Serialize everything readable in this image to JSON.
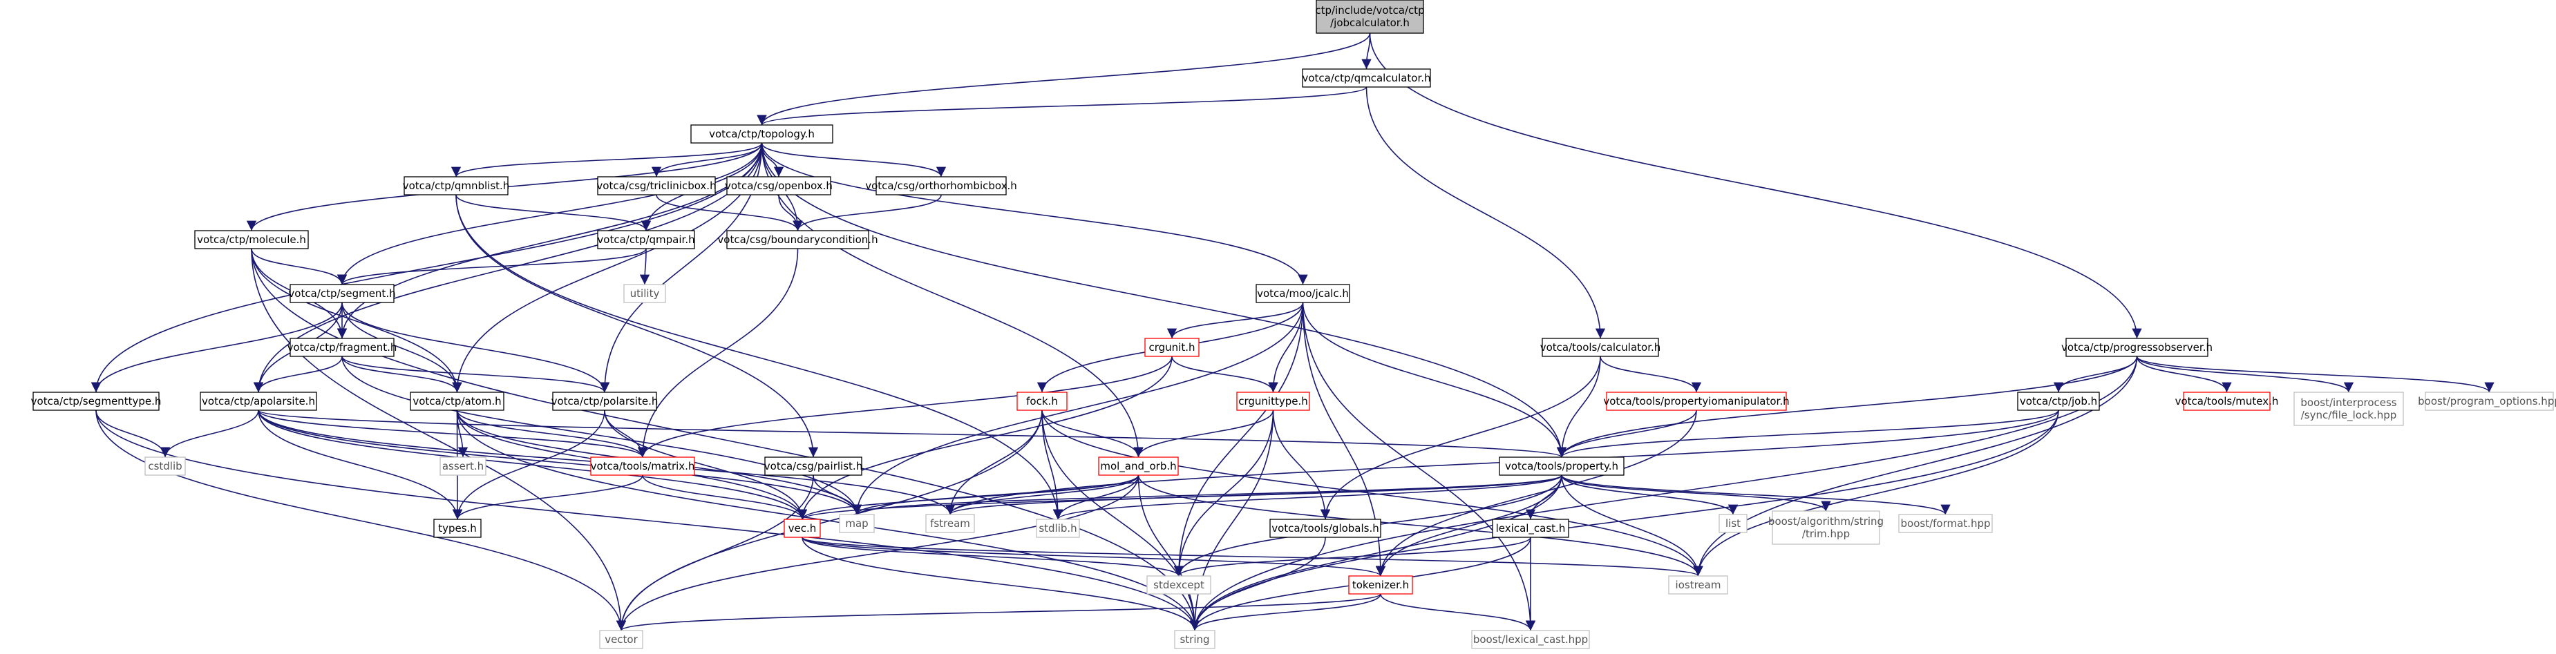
{
  "graph": {
    "nodes": [
      {
        "id": "root",
        "label": [
          "ctp/include/votca/ctp",
          "/jobcalculator.h"
        ],
        "style": "root"
      },
      {
        "id": "qmcalc",
        "label": [
          "votca/ctp/qmcalculator.h"
        ],
        "style": "black"
      },
      {
        "id": "topology",
        "label": [
          "votca/ctp/topology.h"
        ],
        "style": "black"
      },
      {
        "id": "qmnblist",
        "label": [
          "votca/ctp/qmnblist.h"
        ],
        "style": "black"
      },
      {
        "id": "triclinic",
        "label": [
          "votca/csg/triclinicbox.h"
        ],
        "style": "black"
      },
      {
        "id": "openbox",
        "label": [
          "votca/csg/openbox.h"
        ],
        "style": "black"
      },
      {
        "id": "ortho",
        "label": [
          "votca/csg/orthorhombicbox.h"
        ],
        "style": "black"
      },
      {
        "id": "molecule",
        "label": [
          "votca/ctp/molecule.h"
        ],
        "style": "black"
      },
      {
        "id": "qmpair",
        "label": [
          "votca/ctp/qmpair.h"
        ],
        "style": "black"
      },
      {
        "id": "boundary",
        "label": [
          "votca/csg/boundarycondition.h"
        ],
        "style": "black"
      },
      {
        "id": "utility",
        "label": [
          "utility"
        ],
        "style": "grey"
      },
      {
        "id": "segment",
        "label": [
          "votca/ctp/segment.h"
        ],
        "style": "black"
      },
      {
        "id": "moo",
        "label": [
          "votca/moo/jcalc.h"
        ],
        "style": "black"
      },
      {
        "id": "calculator",
        "label": [
          "votca/tools/calculator.h"
        ],
        "style": "black"
      },
      {
        "id": "progress",
        "label": [
          "votca/ctp/progressobserver.h"
        ],
        "style": "black"
      },
      {
        "id": "crgunit",
        "label": [
          "crgunit.h"
        ],
        "style": "red"
      },
      {
        "id": "fragment",
        "label": [
          "votca/ctp/fragment.h"
        ],
        "style": "black"
      },
      {
        "id": "segtype",
        "label": [
          "votca/ctp/segmenttype.h"
        ],
        "style": "black"
      },
      {
        "id": "apolar",
        "label": [
          "votca/ctp/apolarsite.h"
        ],
        "style": "black"
      },
      {
        "id": "atom",
        "label": [
          "votca/ctp/atom.h"
        ],
        "style": "black"
      },
      {
        "id": "polar",
        "label": [
          "votca/ctp/polarsite.h"
        ],
        "style": "black"
      },
      {
        "id": "fock",
        "label": [
          "fock.h"
        ],
        "style": "red"
      },
      {
        "id": "crgtype",
        "label": [
          "crgunittype.h"
        ],
        "style": "red"
      },
      {
        "id": "propmanip",
        "label": [
          "votca/tools/propertyiomanipulator.h"
        ],
        "style": "red"
      },
      {
        "id": "job",
        "label": [
          "votca/ctp/job.h"
        ],
        "style": "black"
      },
      {
        "id": "mutex",
        "label": [
          "votca/tools/mutex.h"
        ],
        "style": "red"
      },
      {
        "id": "boostlock",
        "label": [
          "boost/interprocess",
          "/sync/file_lock.hpp"
        ],
        "style": "grey"
      },
      {
        "id": "boostpo",
        "label": [
          "boost/program_options.hpp"
        ],
        "style": "grey"
      },
      {
        "id": "cstdlib",
        "label": [
          "cstdlib"
        ],
        "style": "grey"
      },
      {
        "id": "assert",
        "label": [
          "assert.h"
        ],
        "style": "grey"
      },
      {
        "id": "matrix",
        "label": [
          "votca/tools/matrix.h"
        ],
        "style": "red"
      },
      {
        "id": "pairlist",
        "label": [
          "votca/csg/pairlist.h"
        ],
        "style": "black"
      },
      {
        "id": "moloorb",
        "label": [
          "mol_and_orb.h"
        ],
        "style": "red"
      },
      {
        "id": "property",
        "label": [
          "votca/tools/property.h"
        ],
        "style": "black"
      },
      {
        "id": "types",
        "label": [
          "types.h"
        ],
        "style": "black"
      },
      {
        "id": "map",
        "label": [
          "map"
        ],
        "style": "grey"
      },
      {
        "id": "fstream",
        "label": [
          "fstream"
        ],
        "style": "grey"
      },
      {
        "id": "vec",
        "label": [
          "vec.h"
        ],
        "style": "red"
      },
      {
        "id": "stdlibh",
        "label": [
          "stdlib.h"
        ],
        "style": "grey"
      },
      {
        "id": "globals",
        "label": [
          "votca/tools/globals.h"
        ],
        "style": "black"
      },
      {
        "id": "list",
        "label": [
          "list"
        ],
        "style": "grey"
      },
      {
        "id": "boosttrim",
        "label": [
          "boost/algorithm/string",
          "/trim.hpp"
        ],
        "style": "grey"
      },
      {
        "id": "boostformat",
        "label": [
          "boost/format.hpp"
        ],
        "style": "grey"
      },
      {
        "id": "lexical",
        "label": [
          "lexical_cast.h"
        ],
        "style": "black"
      },
      {
        "id": "stdexcept",
        "label": [
          "stdexcept"
        ],
        "style": "grey"
      },
      {
        "id": "iostream",
        "label": [
          "iostream"
        ],
        "style": "grey"
      },
      {
        "id": "tokenizer",
        "label": [
          "tokenizer.h"
        ],
        "style": "red"
      },
      {
        "id": "vector",
        "label": [
          "vector"
        ],
        "style": "grey"
      },
      {
        "id": "string",
        "label": [
          "string"
        ],
        "style": "grey"
      },
      {
        "id": "boostlexical",
        "label": [
          "boost/lexical_cast.hpp"
        ],
        "style": "grey"
      }
    ],
    "edges": [
      [
        "root",
        "qmcalc"
      ],
      [
        "root",
        "topology"
      ],
      [
        "root",
        "progress"
      ],
      [
        "qmcalc",
        "topology"
      ],
      [
        "qmcalc",
        "calculator"
      ],
      [
        "topology",
        "qmnblist"
      ],
      [
        "topology",
        "triclinic"
      ],
      [
        "topology",
        "openbox"
      ],
      [
        "topology",
        "ortho"
      ],
      [
        "topology",
        "molecule"
      ],
      [
        "topology",
        "qmpair"
      ],
      [
        "topology",
        "boundary"
      ],
      [
        "topology",
        "segment"
      ],
      [
        "topology",
        "moo"
      ],
      [
        "topology",
        "fragment"
      ],
      [
        "topology",
        "segtype"
      ],
      [
        "topology",
        "apolar"
      ],
      [
        "topology",
        "atom"
      ],
      [
        "topology",
        "polar"
      ],
      [
        "topology",
        "moloorb"
      ],
      [
        "topology",
        "property"
      ],
      [
        "qmnblist",
        "qmpair"
      ],
      [
        "qmnblist",
        "pairlist"
      ],
      [
        "qmnblist",
        "stdlibh"
      ],
      [
        "triclinic",
        "boundary"
      ],
      [
        "openbox",
        "boundary"
      ],
      [
        "ortho",
        "boundary"
      ],
      [
        "boundary",
        "matrix"
      ],
      [
        "qmpair",
        "utility"
      ],
      [
        "qmpair",
        "segment"
      ],
      [
        "molecule",
        "segment"
      ],
      [
        "molecule",
        "fragment"
      ],
      [
        "molecule",
        "atom"
      ],
      [
        "molecule",
        "vector"
      ],
      [
        "molecule",
        "string"
      ],
      [
        "segment",
        "fragment"
      ],
      [
        "segment",
        "atom"
      ],
      [
        "segment",
        "polar"
      ],
      [
        "segment",
        "segtype"
      ],
      [
        "segment",
        "apolar"
      ],
      [
        "fragment",
        "atom"
      ],
      [
        "fragment",
        "apolar"
      ],
      [
        "fragment",
        "polar"
      ],
      [
        "fragment",
        "map"
      ],
      [
        "segtype",
        "cstdlib"
      ],
      [
        "segtype",
        "vector"
      ],
      [
        "segtype",
        "string"
      ],
      [
        "apolar",
        "cstdlib"
      ],
      [
        "apolar",
        "types"
      ],
      [
        "apolar",
        "matrix"
      ],
      [
        "apolar",
        "map"
      ],
      [
        "apolar",
        "fstream"
      ],
      [
        "apolar",
        "vec"
      ],
      [
        "apolar",
        "property"
      ],
      [
        "atom",
        "assert"
      ],
      [
        "atom",
        "types"
      ],
      [
        "atom",
        "matrix"
      ],
      [
        "atom",
        "vec"
      ],
      [
        "atom",
        "string"
      ],
      [
        "atom",
        "map"
      ],
      [
        "polar",
        "types"
      ],
      [
        "polar",
        "matrix"
      ],
      [
        "polar",
        "vec"
      ],
      [
        "matrix",
        "types"
      ],
      [
        "matrix",
        "vec"
      ],
      [
        "pairlist",
        "map"
      ],
      [
        "pairlist",
        "vector"
      ],
      [
        "moo",
        "crgunit"
      ],
      [
        "moo",
        "fock"
      ],
      [
        "moo",
        "crgtype"
      ],
      [
        "moo",
        "map"
      ],
      [
        "moo",
        "stdexcept"
      ],
      [
        "moo",
        "tokenizer"
      ],
      [
        "moo",
        "property"
      ],
      [
        "moo",
        "boostlexical"
      ],
      [
        "crgunit",
        "crgtype"
      ],
      [
        "crgunit",
        "matrix"
      ],
      [
        "crgunit",
        "vec"
      ],
      [
        "fock",
        "moloorb"
      ],
      [
        "fock",
        "vector"
      ],
      [
        "fock",
        "stdlibh"
      ],
      [
        "fock",
        "fstream"
      ],
      [
        "fock",
        "string"
      ],
      [
        "fock",
        "iostream"
      ],
      [
        "crgtype",
        "moloorb"
      ],
      [
        "crgtype",
        "globals"
      ],
      [
        "crgtype",
        "string"
      ],
      [
        "crgtype",
        "stdexcept"
      ],
      [
        "moloorb",
        "vec"
      ],
      [
        "moloorb",
        "map"
      ],
      [
        "moloorb",
        "fstream"
      ],
      [
        "moloorb",
        "stdlibh"
      ],
      [
        "moloorb",
        "string"
      ],
      [
        "moloorb",
        "vector"
      ],
      [
        "moloorb",
        "iostream"
      ],
      [
        "calculator",
        "propmanip"
      ],
      [
        "calculator",
        "property"
      ],
      [
        "calculator",
        "globals"
      ],
      [
        "propmanip",
        "property"
      ],
      [
        "propmanip",
        "tokenizer"
      ],
      [
        "progress",
        "job"
      ],
      [
        "progress",
        "mutex"
      ],
      [
        "progress",
        "boostlock"
      ],
      [
        "progress",
        "boostpo"
      ],
      [
        "progress",
        "property"
      ],
      [
        "progress",
        "iostream"
      ],
      [
        "progress",
        "string"
      ],
      [
        "job",
        "property"
      ],
      [
        "job",
        "fstream"
      ],
      [
        "job",
        "iostream"
      ],
      [
        "job",
        "string"
      ],
      [
        "property",
        "map"
      ],
      [
        "property",
        "fstream"
      ],
      [
        "property",
        "stdlibh"
      ],
      [
        "property",
        "list"
      ],
      [
        "property",
        "boosttrim"
      ],
      [
        "property",
        "boostformat"
      ],
      [
        "property",
        "lexical"
      ],
      [
        "property",
        "stdexcept"
      ],
      [
        "property",
        "iostream"
      ],
      [
        "property",
        "string"
      ],
      [
        "property",
        "tokenizer"
      ],
      [
        "property",
        "vec"
      ],
      [
        "lexical",
        "stdexcept"
      ],
      [
        "lexical",
        "string"
      ],
      [
        "lexical",
        "boostlexical"
      ],
      [
        "vec",
        "stdexcept"
      ],
      [
        "vec",
        "iostream"
      ],
      [
        "vec",
        "string"
      ],
      [
        "vec",
        "tokenizer"
      ],
      [
        "globals",
        "string"
      ],
      [
        "tokenizer",
        "vector"
      ],
      [
        "tokenizer",
        "string"
      ],
      [
        "tokenizer",
        "boostlexical"
      ]
    ]
  },
  "colors": {
    "edge": "#191970",
    "root_fill": "#bfbfbf",
    "black_border": "#000000",
    "red_border": "#ff0000",
    "grey_border": "#bfbfbf",
    "text_black": "#000000",
    "text_grey": "#555555"
  }
}
